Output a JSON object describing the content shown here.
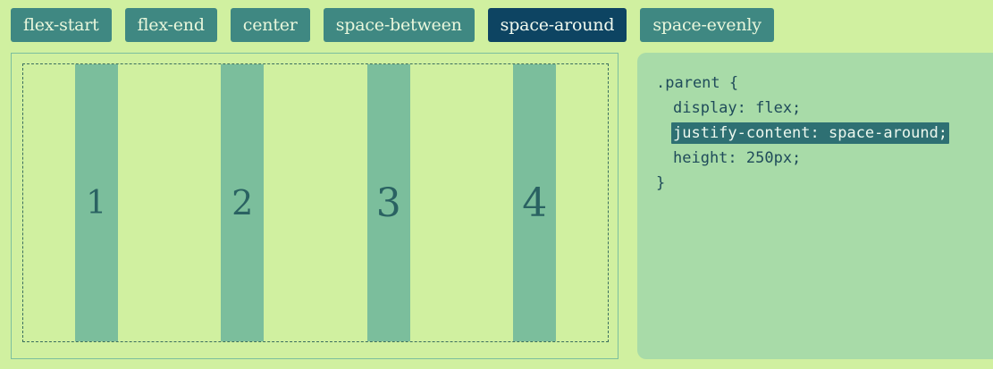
{
  "toolbar": {
    "buttons": [
      {
        "label": "flex-start",
        "active": false
      },
      {
        "label": "flex-end",
        "active": false
      },
      {
        "label": "center",
        "active": false
      },
      {
        "label": "space-between",
        "active": false
      },
      {
        "label": "space-around",
        "active": true
      },
      {
        "label": "space-evenly",
        "active": false
      }
    ]
  },
  "demo": {
    "items": [
      "1",
      "2",
      "3",
      "4"
    ]
  },
  "code": {
    "selector_line": ".parent {",
    "display_line": "display: flex;",
    "justify_line": "justify-content: space-around;",
    "height_line": "height: 250px;",
    "closing_line": "}"
  },
  "colors": {
    "background": "#d0f0a0",
    "button": "#3f8882",
    "button_active": "#0d4462",
    "flex_item": "#7bbe9c",
    "code_panel": "#a8dba8",
    "code_highlight": "#2e7073"
  }
}
